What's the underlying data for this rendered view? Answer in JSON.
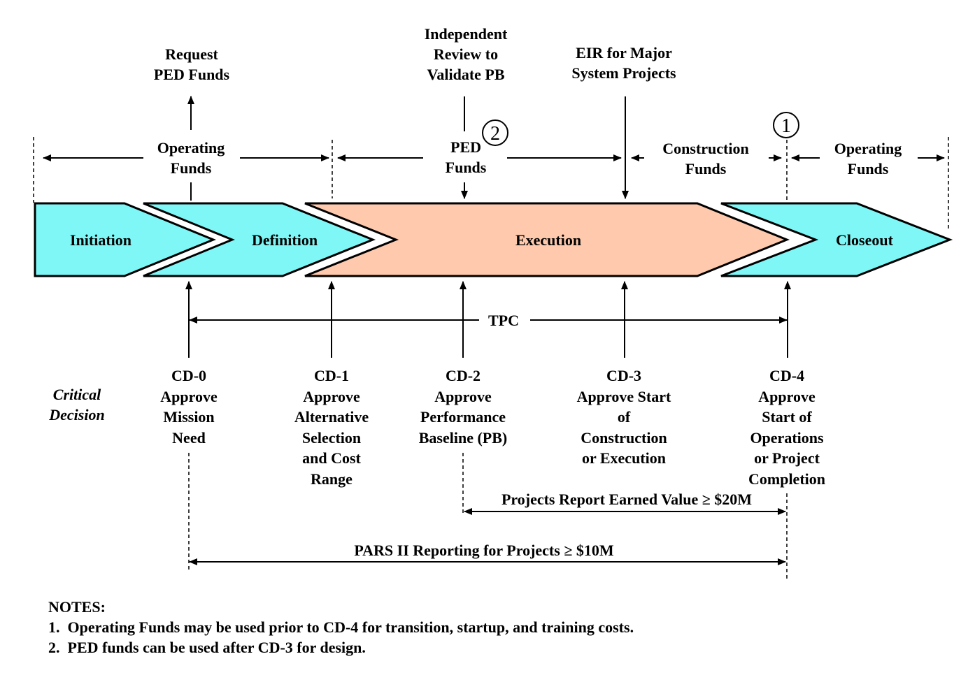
{
  "colors": {
    "phase_cyan": "#7ff7f7",
    "phase_salmon": "#ffc9ad",
    "outline": "#000000"
  },
  "phases": {
    "initiation": "Initiation",
    "definition": "Definition",
    "execution": "Execution",
    "closeout": "Closeout"
  },
  "top": {
    "request_ped": [
      "Request",
      "PED Funds"
    ],
    "independent_review": [
      "Independent",
      "Review to",
      "Validate PB"
    ],
    "eir": [
      "EIR for Major",
      "System Projects"
    ]
  },
  "funds": {
    "operating_1": [
      "Operating",
      "Funds"
    ],
    "ped": [
      "PED",
      "Funds"
    ],
    "construction": [
      "Construction",
      "Funds"
    ],
    "operating_2": [
      "Operating",
      "Funds"
    ]
  },
  "markers": {
    "note1": "1",
    "note2": "2"
  },
  "tpc": "TPC",
  "critical_decision": [
    "Critical",
    "Decision"
  ],
  "decisions": {
    "cd0": [
      "CD-0",
      "Approve",
      "Mission",
      "Need"
    ],
    "cd1": [
      "CD-1",
      "Approve",
      "Alternative",
      "Selection",
      "and Cost",
      "Range"
    ],
    "cd2": [
      "CD-2",
      "Approve",
      "Performance",
      "Baseline (PB)"
    ],
    "cd3": [
      "CD-3",
      "Approve Start",
      "of",
      "Construction",
      "or Execution"
    ],
    "cd4": [
      "CD-4",
      "Approve",
      "Start of",
      "Operations",
      "or Project",
      "Completion"
    ]
  },
  "earned_value": "Projects Report Earned Value ≥ $20M",
  "pars": "PARS II Reporting for Projects ≥ $10M",
  "notes": {
    "heading": "NOTES:",
    "items": [
      "1.  Operating Funds may be used prior to CD-4 for transition, startup, and training costs.",
      "2.  PED funds can be used after CD-3 for design."
    ]
  }
}
